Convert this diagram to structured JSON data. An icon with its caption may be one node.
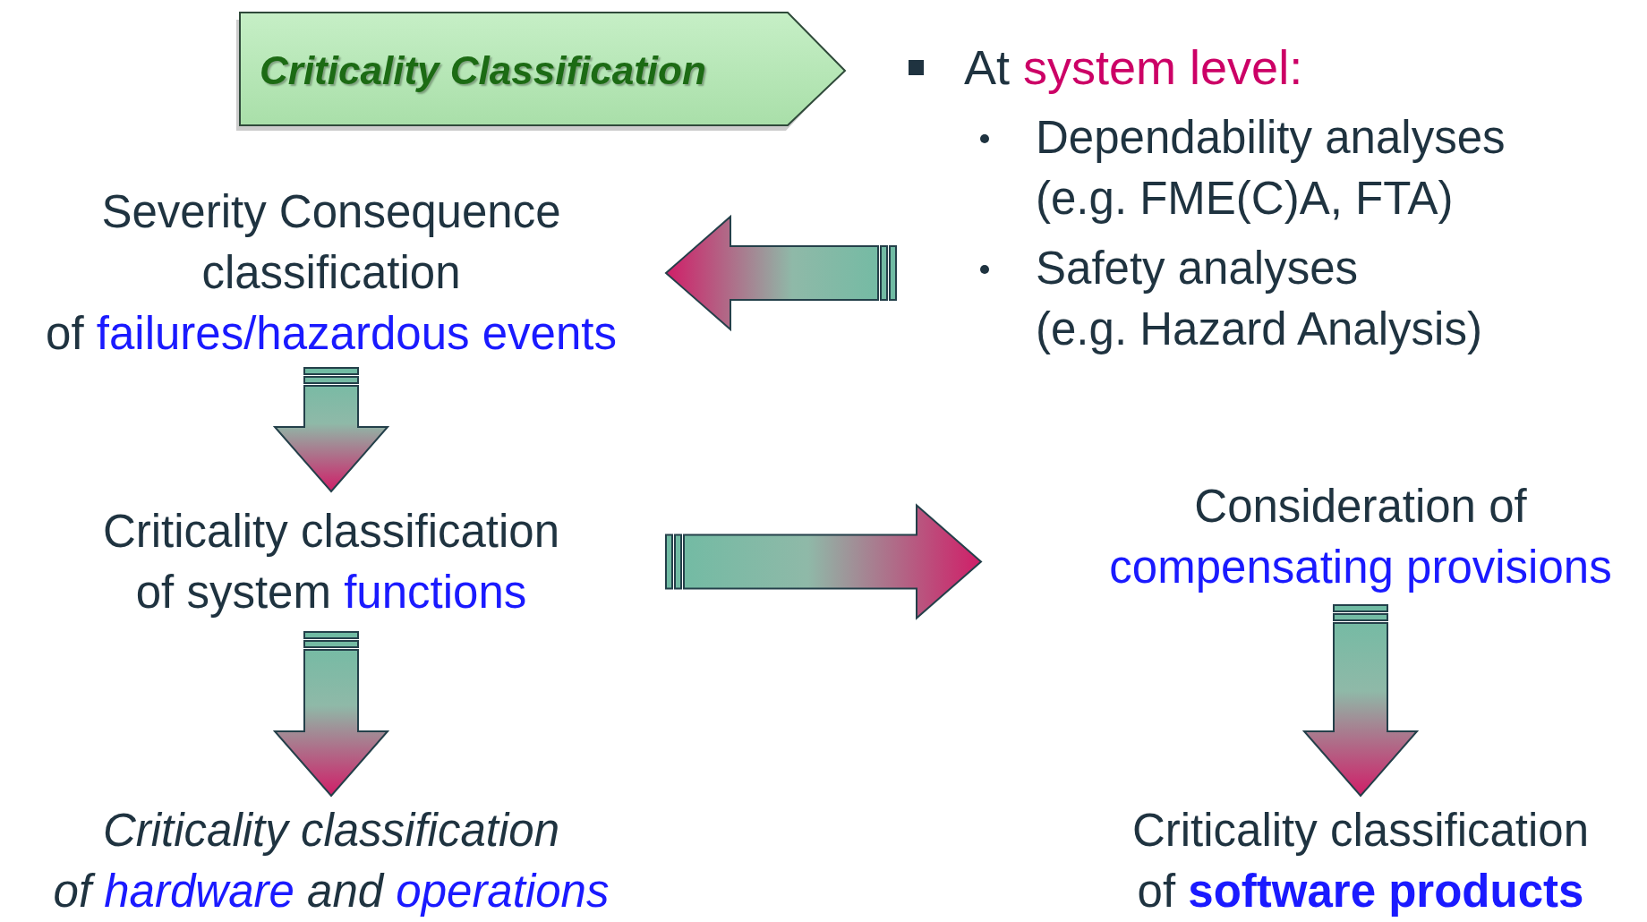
{
  "diagram": {
    "nodes": [
      {
        "text": [
          "Criticality Classification"
        ]
      },
      {
        "text": [
          "At",
          "system level:",
          "Dependability analyses",
          "(e.g. FME(C)A, FTA)",
          "Safety analyses",
          "(e.g. Hazard Analysis)"
        ]
      },
      {
        "text": [
          "Severity Consequence",
          "classification",
          "of",
          "failures/hazardous events"
        ]
      },
      {
        "text": [
          "Criticality classification",
          "of system",
          "functions"
        ]
      },
      {
        "text": [
          "Criticality classification",
          "of",
          "hardware",
          "and",
          "operations"
        ]
      },
      {
        "text": [
          "Consideration of",
          "compensating provisions"
        ]
      },
      {
        "text": [
          "Criticality classification",
          "of",
          "**software products**"
        ]
      }
    ],
    "edges": [
      {
        "from": 1,
        "to": 2,
        "arrow": "to",
        "style": "thick"
      },
      {
        "from": 2,
        "to": 3,
        "arrow": "to",
        "style": "thick"
      },
      {
        "from": 3,
        "to": 4,
        "arrow": "to",
        "style": "thick"
      },
      {
        "from": 3,
        "to": 5,
        "arrow": "to",
        "style": "thick"
      },
      {
        "from": 5,
        "to": 6,
        "arrow": "to",
        "style": "thick"
      }
    ]
  }
}
